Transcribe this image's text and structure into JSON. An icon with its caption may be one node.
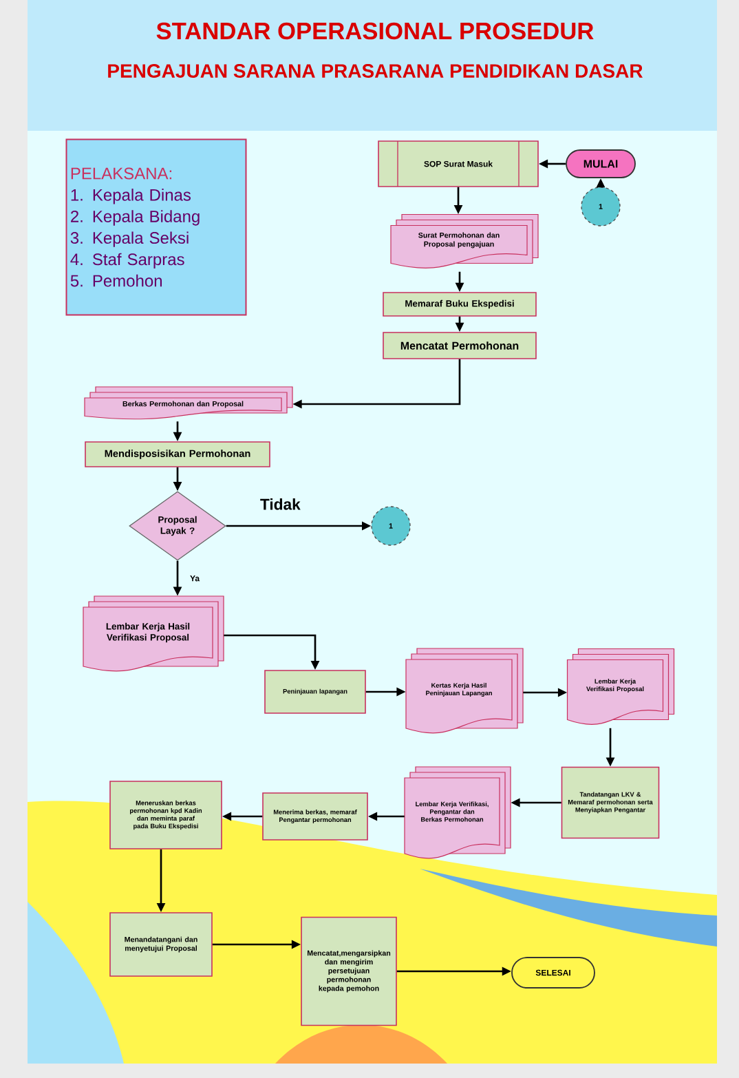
{
  "diagram": {
    "title": "STANDAR OPERASIONAL PROSEDUR",
    "nodes": [
      {
        "text": [
          "PELAKSANA:",
          "1. Kepala Dinas",
          "2. Kepala Bidang",
          "3. Kepala Seksi",
          "4. Staf Sarpras",
          "5. Pemohon"
        ]
      },
      {
        "text": [
          "SOP Surat Masuk"
        ]
      },
      {
        "text": [
          "MULAI"
        ]
      },
      {
        "text": [
          "1"
        ]
      },
      {
        "text": [
          "Surat Permohonan dan Proposal pengajuan"
        ]
      },
      {
        "text": [
          "Memaraf Buku Ekspedisi"
        ]
      },
      {
        "text": [
          "Mencatat Permohonan"
        ]
      },
      {
        "text": [
          "Berkas Permohonan dan Proposal"
        ]
      },
      {
        "text": [
          "Mendisposisikan Permohonan"
        ]
      },
      {
        "text": [
          "Proposal Layak ?"
        ]
      },
      {
        "text": [
          "1"
        ]
      },
      {
        "text": [
          "Lembar Kerja Hasil Verifikasi Proposal"
        ]
      },
      {
        "text": [
          "Peninjauan lapangan"
        ]
      },
      {
        "text": [
          "Kertas Kerja Hasil Peninjauan Lapangan"
        ]
      },
      {
        "text": [
          "Lembar Kerja Verifikasi Proposal"
        ]
      },
      {
        "text": [
          "Tandatangan LKV & Memaraf permohonan serta Menyiapkan Pengantar"
        ]
      },
      {
        "text": [
          "Lembar Kerja Verifikasi, Pengantar dan Berkas Permohonan"
        ]
      },
      {
        "text": [
          "Menerima berkas, memaraf Pengantar permohonan"
        ]
      },
      {
        "text": [
          "Meneruskan berkas permohonan kpd Kadin dan meminta paraf pada Buku Ekspedisi"
        ]
      },
      {
        "text": [
          "Menandatangani dan menyetujui Proposal"
        ]
      },
      {
        "text": [
          "Mencatat,mengarsipkan dan mengirim persetujuan permohonan kepada pemohon"
        ]
      },
      {
        "text": [
          "SELESAI"
        ]
      }
    ],
    "edges": [
      {
        "from": 2,
        "to": 1,
        "arrow": "to"
      },
      {
        "from": 3,
        "to": 2,
        "arrow": "to"
      },
      {
        "from": 1,
        "to": 4,
        "arrow": "to"
      },
      {
        "from": 4,
        "to": 5,
        "arrow": "to"
      },
      {
        "from": 5,
        "to": 6,
        "arrow": "to"
      },
      {
        "from": 6,
        "to": 7,
        "arrow": "to"
      },
      {
        "from": 7,
        "to": 8,
        "arrow": "to"
      },
      {
        "from": 8,
        "to": 9,
        "arrow": "to"
      },
      {
        "from": 9,
        "to": 10,
        "arrow": "to",
        "label": "Tidak"
      },
      {
        "from": 9,
        "to": 11,
        "arrow": "to",
        "label": "Ya"
      },
      {
        "from": 11,
        "to": 12,
        "arrow": "to"
      },
      {
        "from": 12,
        "to": 13,
        "arrow": "to"
      },
      {
        "from": 13,
        "to": 14,
        "arrow": "to"
      },
      {
        "from": 14,
        "to": 15,
        "arrow": "to"
      },
      {
        "from": 15,
        "to": 16,
        "arrow": "to"
      },
      {
        "from": 16,
        "to": 17,
        "arrow": "to"
      },
      {
        "from": 17,
        "to": 18,
        "arrow": "to"
      },
      {
        "from": 18,
        "to": 19,
        "arrow": "to"
      },
      {
        "from": 19,
        "to": 20,
        "arrow": "to"
      },
      {
        "from": 20,
        "to": 21,
        "arrow": "to"
      }
    ],
    "labels": [
      "PENGAJUAN SARANA PRASARANA PENDIDIKAN DASAR"
    ]
  }
}
